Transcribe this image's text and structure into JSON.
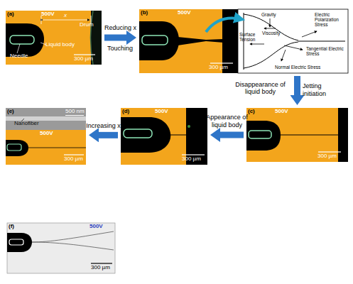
{
  "diagram": {
    "nodes": [
      {
        "text": [
          "(a)",
          "500V",
          "Needle",
          "Liquid body",
          "x",
          "Drum",
          "300 µm"
        ]
      },
      {
        "text": [
          "(b)",
          "500V",
          "300 µm"
        ]
      },
      {
        "text": [
          "Gravity",
          "Viscosity",
          "Surface Tension",
          "Electric Polarization Stress",
          "Tangential Electric Stress",
          "Normal Electric Stress"
        ],
        "in": 1
      },
      {
        "text": [
          "(c)",
          "500V",
          "300 µm"
        ]
      },
      {
        "text": [
          "(d)",
          "500V",
          "300 µm"
        ]
      },
      {
        "text": [
          "(e)",
          "Nanofiber",
          "500 nm"
        ]
      },
      {
        "text": [
          "500V",
          "300 µm"
        ]
      },
      {
        "text": [
          "(f)",
          "500V",
          "300 µm"
        ]
      }
    ],
    "edges": [
      {
        "from": 0,
        "to": 1,
        "arrow": "to",
        "label": "Reducing x"
      },
      {
        "from": 1,
        "to": 3,
        "arrow": "to",
        "label": "Disappearance of liquid body"
      },
      {
        "from": 3,
        "to": 4,
        "arrow": "to",
        "label": "Appearance of liquid body"
      },
      {
        "from": 4,
        "to": 6,
        "arrow": "to",
        "label": "Increasing x"
      }
    ],
    "labels": [
      "Touching",
      "Jetting initiation"
    ]
  }
}
